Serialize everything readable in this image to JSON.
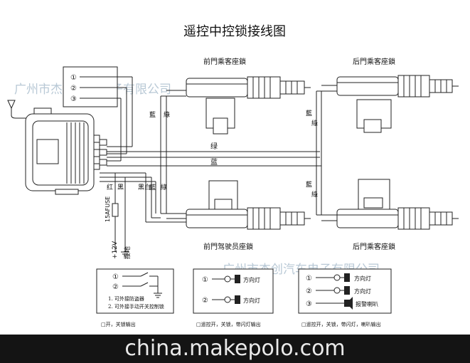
{
  "title": "遥控中控锁接线图",
  "labels": {
    "front_passenger": "前門乘客座鎖",
    "rear_passenger_top": "后門乘客座鎖",
    "front_driver": "前門驾驶员座鎖",
    "rear_passenger_bottom": "后門乘客座鎖",
    "wire_green": "绿",
    "wire_blue": "蓝",
    "wire_lan_a": "藍",
    "wire_lv_a": "綠",
    "wire_lan_b": "藍",
    "wire_lv_b": "綠",
    "wire_lan_c": "藍",
    "wire_lv_c": "綠",
    "wire_red": "红",
    "wire_black": "黑",
    "wire_black_white": "黑白",
    "wire_lan_d": "藍",
    "wire_lv_d": "綠",
    "fuse": "15AFUSE",
    "power": "+12V",
    "ground": "接地"
  },
  "connector": {
    "pin1": "①",
    "pin2": "②",
    "pin3": "③"
  },
  "detail_boxes": [
    {
      "pin1": "①",
      "pin2": "②",
      "note1": "1. 可外接防盗器",
      "note2": "2. 可外接手动开关控制锁",
      "caption": "□开，关锁输出"
    },
    {
      "pin1": "①",
      "pin2": "②",
      "lamp1": "方向灯",
      "lamp2": "方向灯",
      "caption": "□遥控开，关锁，带闪灯输出"
    },
    {
      "pin1": "①",
      "pin2": "②",
      "pin3": "③",
      "lamp1": "方向灯",
      "lamp2": "方向灯",
      "horn": "报警喇叭",
      "caption": "□遥控开，关锁，带闪灯，喇叭输出"
    }
  ],
  "watermark_top": "广州市杰创汽车电子有限公司",
  "watermark_bottom": "广州市杰创汽车电子有限公司",
  "footer": "china.makepolo.com"
}
